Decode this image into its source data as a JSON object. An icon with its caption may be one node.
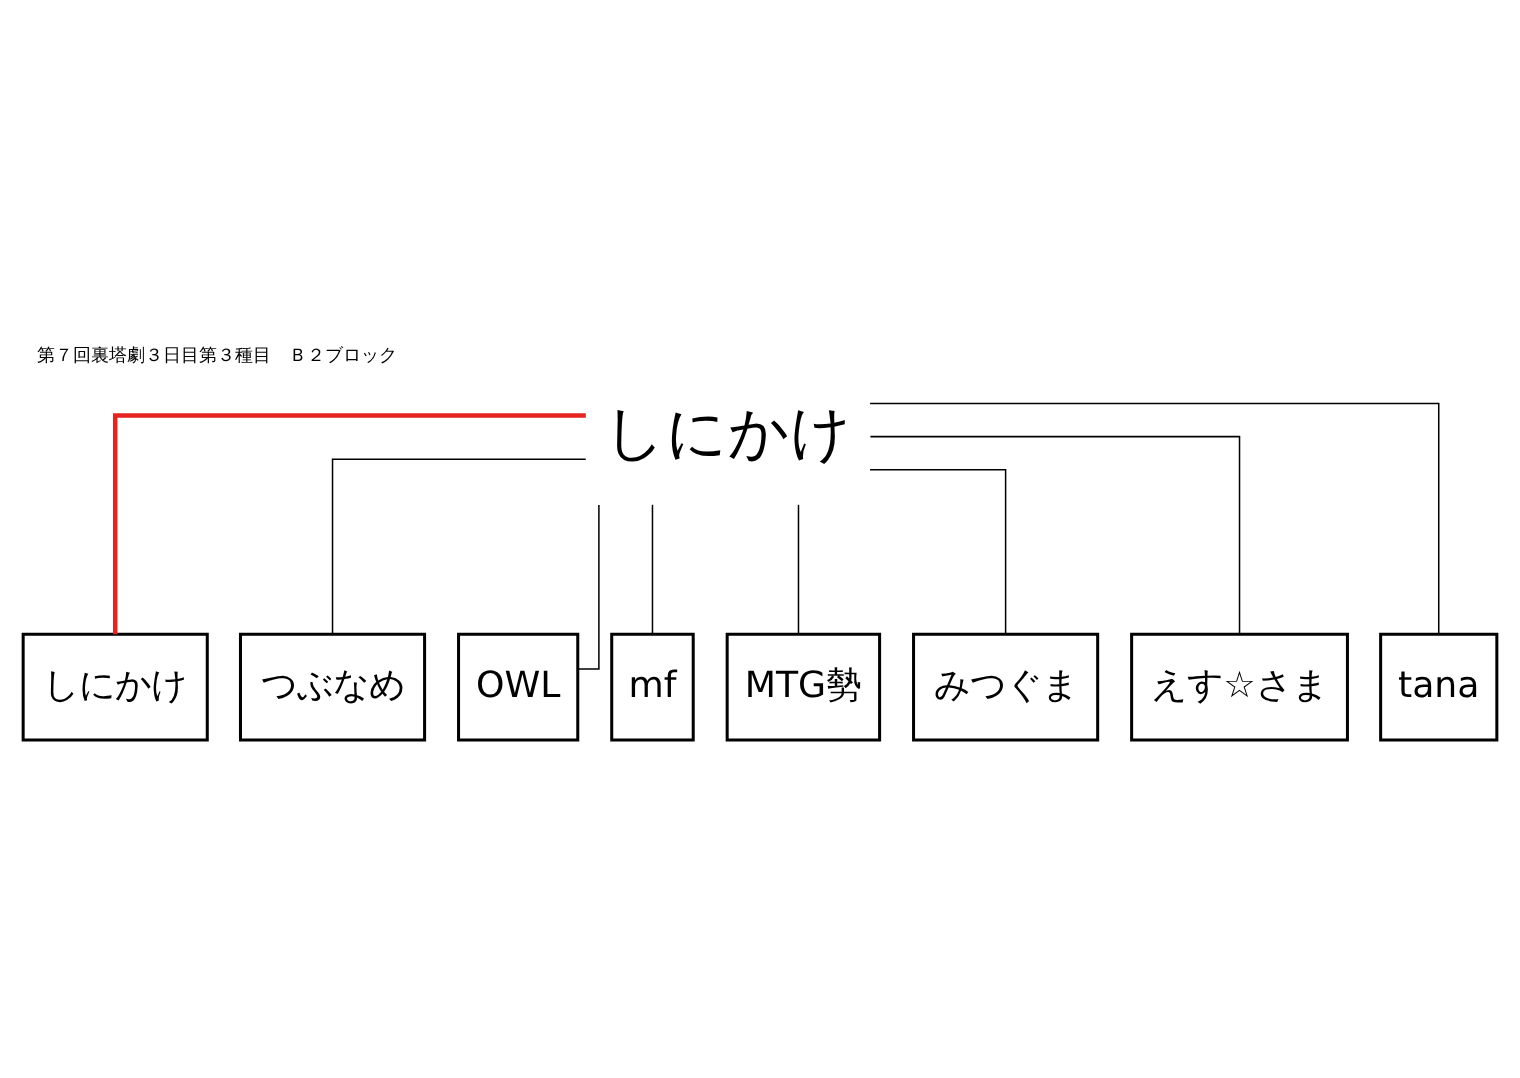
{
  "diagram": {
    "title": "第７回裏塔劇３日目第３種目　Ｂ２ブロック",
    "nodes": [
      {
        "text": [
          "しにかけ"
        ]
      },
      {
        "text": [
          "しにかけ"
        ]
      },
      {
        "text": [
          "つぶなめ"
        ]
      },
      {
        "text": [
          "OWL"
        ]
      },
      {
        "text": [
          "mf"
        ]
      },
      {
        "text": [
          "MTG勢"
        ]
      },
      {
        "text": [
          "みつぐま"
        ]
      },
      {
        "text": [
          "えす☆さま"
        ]
      },
      {
        "text": [
          "tana"
        ]
      }
    ],
    "edges": [
      {
        "from": 1,
        "to": 0,
        "arrow": "none",
        "style": "thick",
        "color": "#e5231f"
      },
      {
        "from": 2,
        "to": 0,
        "arrow": "none"
      },
      {
        "from": 3,
        "to": 0,
        "arrow": "none"
      },
      {
        "from": 4,
        "to": 0,
        "arrow": "none"
      },
      {
        "from": 5,
        "to": 0,
        "arrow": "none"
      },
      {
        "from": 6,
        "to": 0,
        "arrow": "none"
      },
      {
        "from": 7,
        "to": 0,
        "arrow": "none"
      },
      {
        "from": 8,
        "to": 0,
        "arrow": "none"
      }
    ]
  }
}
